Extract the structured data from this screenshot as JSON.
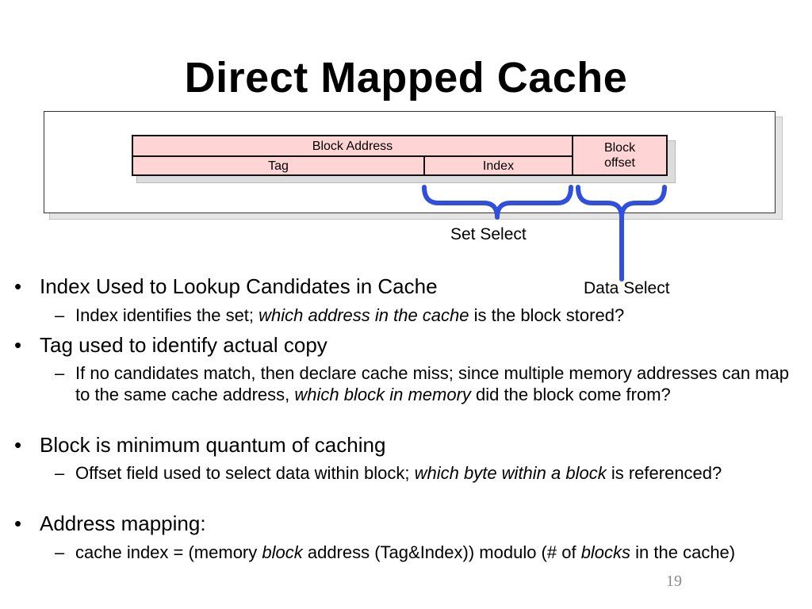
{
  "slide": {
    "title": "Direct Mapped Cache",
    "page_number": "19"
  },
  "diagram": {
    "block_address": "Block Address",
    "tag": "Tag",
    "index": "Index",
    "block_offset_line1": "Block",
    "block_offset_line2": "offset",
    "set_select": "Set Select",
    "data_select": "Data Select",
    "brace_color": "#2f4fdc",
    "cell_color": "#ffd4d4"
  },
  "bullets": [
    {
      "text": "Index Used to Lookup Candidates in Cache",
      "sub": {
        "pre": "Index identifies the set; ",
        "em": "which address in the cache",
        "post": " is the block stored?"
      }
    },
    {
      "text": "Tag used to identify actual copy",
      "sub": {
        "pre": "If no candidates match, then declare cache miss; since multiple memory addresses can map to the same cache address, ",
        "em": "which block in memory",
        "post": " did the block come from?"
      }
    },
    {
      "text": "Block is minimum quantum of caching",
      "sub": {
        "pre": "Offset field used to select data within block; ",
        "em": "which byte within a block",
        "post": " is referenced?"
      }
    },
    {
      "text": "Address mapping:",
      "sub": {
        "pre": "cache index = (memory ",
        "em": "block",
        "post": " address (Tag&Index)) modulo (# of ",
        "em2": "blocks",
        "post2": " in the cache)"
      }
    }
  ]
}
